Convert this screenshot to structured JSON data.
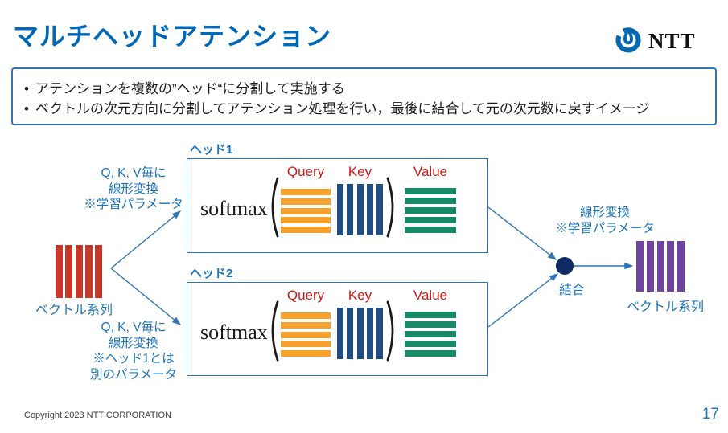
{
  "slide": {
    "title": "マルチヘッドアテンション",
    "copyright": "Copyright 2023 NTT CORPORATION",
    "page_number": "17"
  },
  "logo": {
    "text": "NTT"
  },
  "summary": {
    "bullets": [
      "アテンションを複数の”ヘッド“に分割して実施する",
      "ベクトルの次元方向に分割してアテンション処理を行い，最後に結合して元の次元数に戻すイメージ"
    ]
  },
  "diagram": {
    "input": {
      "label": "ベクトル系列"
    },
    "output": {
      "label": "ベクトル系列"
    },
    "head1": {
      "title": "ヘッド1",
      "softmax": "softmax",
      "query_label": "Query",
      "key_label": "Key",
      "value_label": "Value"
    },
    "head2": {
      "title": "ヘッド2",
      "softmax": "softmax",
      "query_label": "Query",
      "key_label": "Key",
      "value_label": "Value"
    },
    "annotations": {
      "head1_transform": [
        "Q, K, V毎に",
        "線形変換",
        "※学習パラメータ"
      ],
      "head2_transform": [
        "Q, K, V毎に",
        "線形変換",
        "※ヘッド1とは",
        "別のパラメータ"
      ],
      "output_transform": [
        "線形変換",
        "※学習パラメータ"
      ],
      "join_label": "結合"
    }
  },
  "colors": {
    "title_blue": "#0068b7",
    "text_blue": "#1b74bc",
    "line_blue": "#2e75b6",
    "red_label": "#d01616",
    "bar_red": "#c9392b",
    "bar_orange": "#f5a12b",
    "bar_navy": "#204e82",
    "bar_green": "#188a68",
    "bar_purple": "#6f44a0",
    "join_navy": "#102a64",
    "logo_blue": "#0169b3"
  }
}
